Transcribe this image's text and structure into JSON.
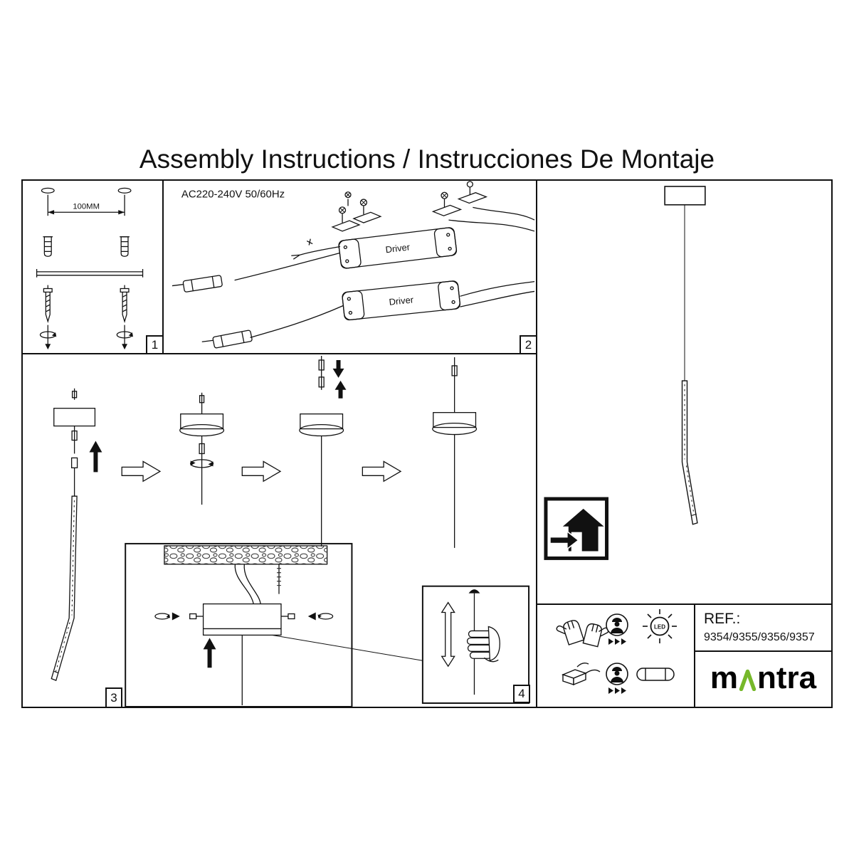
{
  "title": "Assembly Instructions / Instrucciones De Montaje",
  "colors": {
    "line": "#111111",
    "accent_green": "#76b82a"
  },
  "panels": {
    "step1": {
      "number": "1",
      "dimension_label": "100MM"
    },
    "step2": {
      "number": "2",
      "voltage": "AC220-240V 50/60Hz",
      "driver_label": "Driver"
    },
    "step3": {
      "number": "3"
    },
    "step4": {
      "number": "4"
    }
  },
  "footer": {
    "ref_label": "REF.:",
    "ref_numbers": "9354/9355/9356/9357",
    "led_label": "LED",
    "brand": {
      "first": "m",
      "lambda": "∧",
      "rest": "ntra"
    }
  },
  "icons": {
    "gloves": "gloves-icon",
    "installer": "installer-icon",
    "led": "led-icon",
    "cable_connector": "cable-connector-icon",
    "driver": "driver-icon",
    "triple_arrow": "▶▶▶",
    "indoor_use": "indoor-use-icon",
    "rotation_arrow": "rotation-arrow-icon",
    "next_step_arrow": "next-step-arrow-icon"
  }
}
